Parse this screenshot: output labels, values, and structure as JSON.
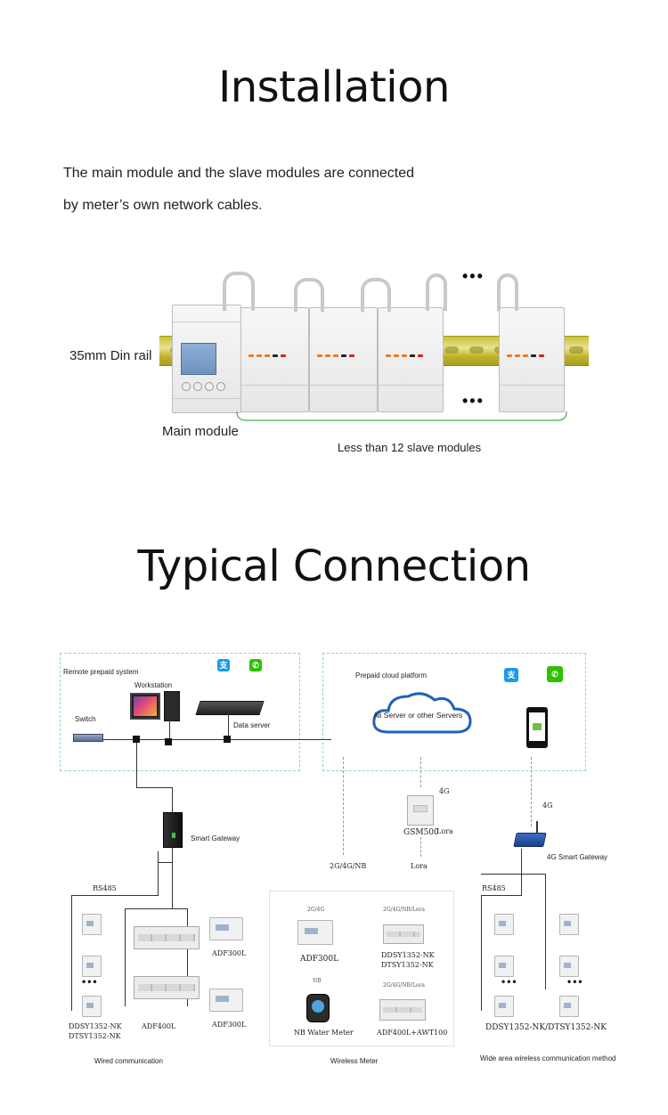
{
  "installation": {
    "title": "Installation",
    "intro_line1": "The main module and the slave modules are connected",
    "intro_line2": "by meter’s own network cables.",
    "rail_label": "35mm Din rail",
    "main_module_label": "Main module",
    "slave_label": "Less than 12 slave modules",
    "ellipsis": "•••"
  },
  "connection": {
    "title": "Typical Connection",
    "remote_box": {
      "title": "Remote prepaid system",
      "workstation": "Workstation",
      "switch": "Switch",
      "data_server": "Data server"
    },
    "cloud_box": {
      "title": "Prepaid cloud platform",
      "cloud_label": "Ali Server or other Servers"
    },
    "smart_gateway": "Smart Gateway",
    "gsm": {
      "name": "GSM500",
      "signal": "4G",
      "lora": "Lora"
    },
    "network_2g": "2G/4G/NB",
    "lora_bottom": "Lora",
    "gateway_4g": {
      "signal": "4G",
      "name": "4G Smart Gateway"
    },
    "wired": {
      "rs485": "RS485",
      "meter_models": [
        "DDSY1352-NK",
        "DTSY1352-NK"
      ],
      "adf400l": "ADF400L",
      "adf300l_top": "ADF300L",
      "adf300l_bottom": "ADF300L",
      "caption": "Wired communication",
      "dots": "•••"
    },
    "wireless": {
      "adf300l_net": "2G/4G",
      "adf300l": "ADF300L",
      "ddsy_net": "2G/4G/NB/Lora",
      "ddsy_models": [
        "DDSY1352-NK",
        "DTSY1352-NK"
      ],
      "water_net": "NB",
      "water": "NB Water Meter",
      "adf400_net": "2G/4G/NB/Lora",
      "adf400": "ADF400L+AWT100",
      "caption": "Wireless Meter"
    },
    "wide_area": {
      "rs485": "RS485",
      "model": "DDSY1352-NK/DTSY1352-NK",
      "caption": "Wide area wireless communication method",
      "dots": "•••"
    },
    "app_icons": {
      "alipay": "支",
      "wechat": "✆"
    },
    "colors": {
      "alipay": "#1a9be8",
      "wechat": "#2dc100",
      "dashed_border": "#8fd3dc",
      "cloud_stroke": "#1f63b5",
      "rail": "#d6cf56"
    }
  }
}
